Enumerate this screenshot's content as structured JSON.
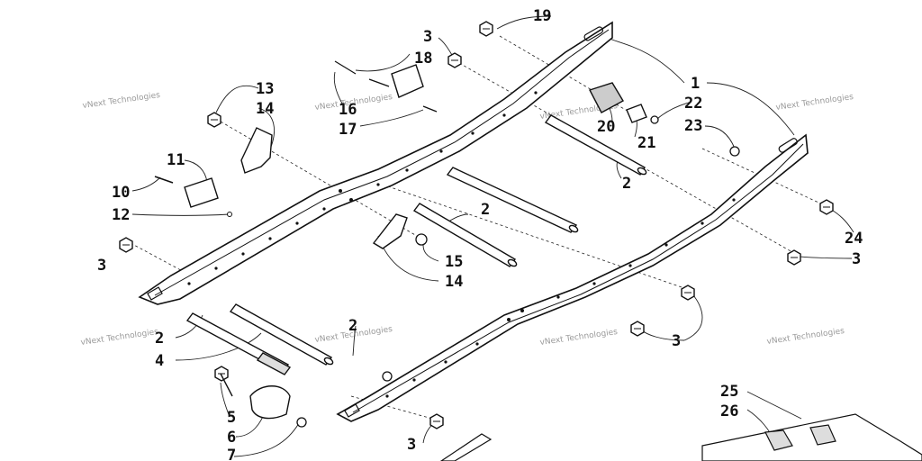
{
  "diagram": {
    "watermark_text": "vNext Technologies",
    "callouts": {
      "c1": "1",
      "c2a": "2",
      "c2b": "2",
      "c2c": "2",
      "c2d": "2",
      "c3a": "3",
      "c3b": "3",
      "c3c": "3",
      "c3d": "3",
      "c3e": "3",
      "c4": "4",
      "c5": "5",
      "c6": "6",
      "c7": "7",
      "c10": "10",
      "c11": "11",
      "c12": "12",
      "c13": "13",
      "c14a": "14",
      "c14b": "14",
      "c15": "15",
      "c16": "16",
      "c17": "17",
      "c18": "18",
      "c19": "19",
      "c20": "20",
      "c21": "21",
      "c22": "22",
      "c23": "23",
      "c24": "24",
      "c25": "25",
      "c26": "26"
    }
  }
}
